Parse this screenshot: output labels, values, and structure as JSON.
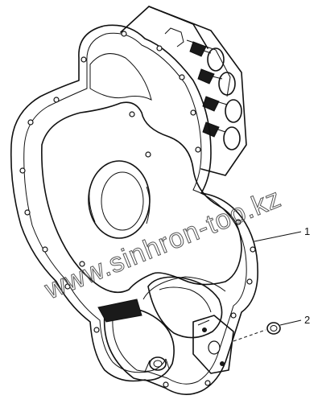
{
  "callouts": [
    {
      "label": "1"
    },
    {
      "label": "2"
    }
  ],
  "watermark": "www.sinhron-too.kz"
}
